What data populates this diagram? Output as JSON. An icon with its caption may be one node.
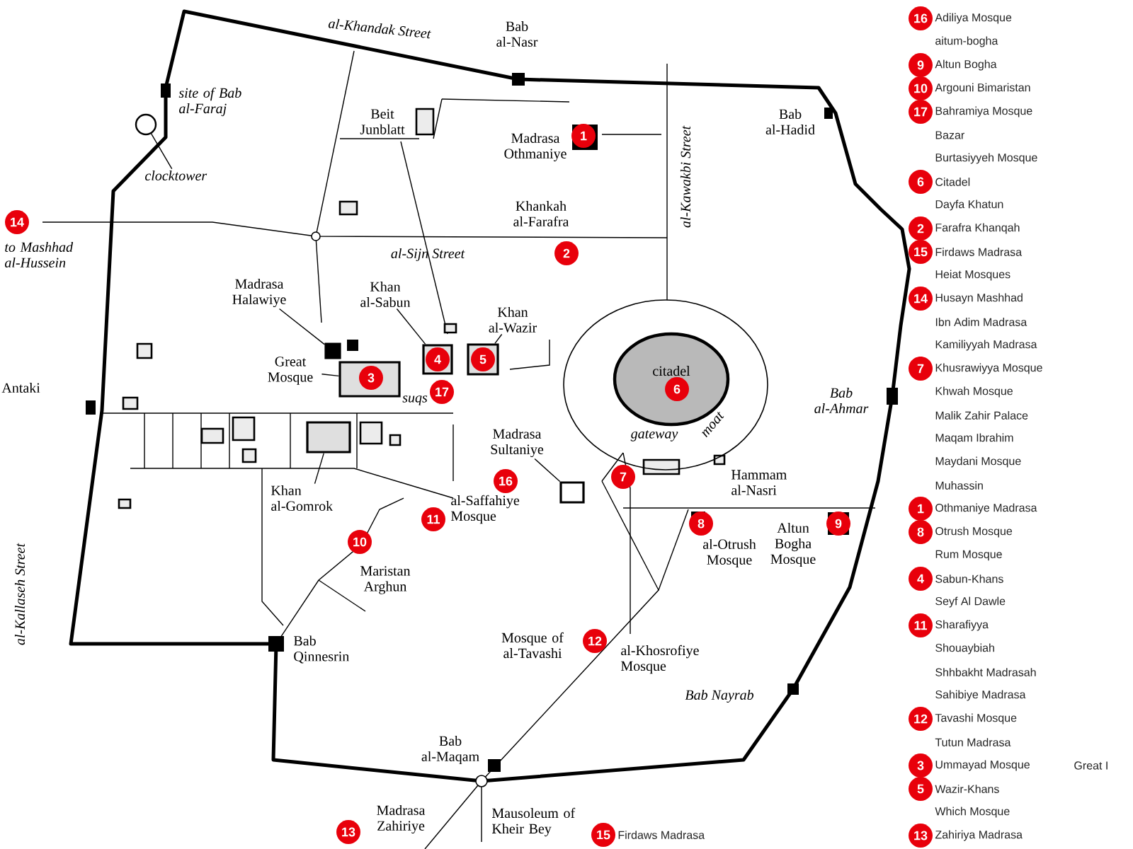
{
  "diagram": {
    "nodes": [
      {
        "text": [],
        "shape": "circle"
      },
      {
        "text": [
          "clocktower"
        ]
      },
      {
        "text": [
          "14"
        ]
      },
      {
        "text": [
          "1"
        ]
      },
      {
        "text": [
          "2"
        ]
      },
      {
        "text": [
          "Madrasa Halawiye"
        ]
      },
      {
        "text": [],
        "shape": "box"
      },
      {
        "text": [
          "Khan al-Sabun"
        ]
      },
      {
        "text": [],
        "shape": "box"
      },
      {
        "text": [
          "Khan al-Wazir"
        ]
      },
      {
        "text": [],
        "shape": "box"
      },
      {
        "text": [
          "5"
        ],
        "in": 10
      },
      {
        "text": [
          "4"
        ],
        "in": 8
      },
      {
        "text": [
          "Great Mosque"
        ]
      },
      {
        "text": [],
        "shape": "box"
      },
      {
        "text": [
          "3"
        ],
        "in": 14
      },
      {
        "text": [
          "17"
        ]
      },
      {
        "text": [
          "citadel"
        ]
      },
      {
        "text": [
          "6"
        ],
        "in": 17
      },
      {
        "text": [
          "Madrasa Sultaniye"
        ]
      },
      {
        "text": [],
        "shape": "box"
      },
      {
        "text": [
          "16"
        ]
      },
      {
        "text": [
          "7"
        ]
      },
      {
        "text": [
          "Khan al-Gomrok"
        ]
      },
      {
        "text": [],
        "shape": "box"
      },
      {
        "text": [
          "11"
        ]
      },
      {
        "text": [
          "8"
        ]
      },
      {
        "text": [
          "9"
        ]
      },
      {
        "text": [
          "10"
        ]
      },
      {
        "text": [
          "12"
        ]
      },
      {
        "text": [
          "13"
        ]
      },
      {
        "text": [
          "15"
        ],
        "beside": [
          "Firdaws Madrasa"
        ]
      },
      {
        "text": [
          "16"
        ],
        "beside": [
          "Adiliya Mosque"
        ]
      },
      {
        "text": [
          "9"
        ],
        "beside": [
          "Altun Bogha"
        ]
      },
      {
        "text": [
          "10"
        ],
        "beside": [
          "Argouni Bimaristan"
        ]
      },
      {
        "text": [
          "17"
        ],
        "beside": [
          "Bahramiya Mosque"
        ]
      },
      {
        "text": [
          "6"
        ],
        "beside": [
          "Citadel"
        ]
      },
      {
        "text": [
          "2"
        ],
        "beside": [
          "Farafra Khanqah"
        ]
      },
      {
        "text": [
          "15"
        ],
        "beside": [
          "Firdaws Madrasa"
        ]
      },
      {
        "text": [
          "14"
        ],
        "beside": [
          "Husayn Mashhad"
        ]
      },
      {
        "text": [
          "7"
        ],
        "beside": [
          "Khusrawiyya Mosque"
        ]
      },
      {
        "text": [
          "1"
        ],
        "beside": [
          "Othmaniye Madrasa"
        ]
      },
      {
        "text": [
          "8"
        ],
        "beside": [
          "Otrush Mosque"
        ]
      },
      {
        "text": [
          "4"
        ],
        "beside": [
          "Sabun-Khans"
        ]
      },
      {
        "text": [
          "11"
        ],
        "beside": [
          "Sharafiyya"
        ]
      },
      {
        "text": [
          "12"
        ],
        "beside": [
          "Tavashi Mosque"
        ]
      },
      {
        "text": [
          "3"
        ],
        "beside": [
          "Ummayad Mosque"
        ]
      },
      {
        "text": [
          "5"
        ],
        "beside": [
          "Wazir-Khans"
        ]
      },
      {
        "text": [
          "13"
        ],
        "beside": [
          "Zahiriya Madrasa"
        ]
      }
    ],
    "edges": [
      {
        "from": 1,
        "to": 0,
        "arrow": "none"
      },
      {
        "from": 5,
        "to": 6,
        "arrow": "none"
      },
      {
        "from": 7,
        "to": 8,
        "arrow": "none"
      },
      {
        "from": 9,
        "to": 10,
        "arrow": "none"
      },
      {
        "from": 13,
        "to": 14,
        "arrow": "none"
      },
      {
        "from": 19,
        "to": 20,
        "arrow": "none"
      },
      {
        "from": 23,
        "to": 24,
        "arrow": "none"
      }
    ],
    "labels": [
      "al-Khandak Street",
      "Bab al-Nasr",
      "site of Bab al-Faraj",
      "Beit Junblatt",
      "Madrasa Othmaniye",
      "Bab al-Hadid",
      "al-Kawakbi Street",
      "to Mashhad al-Hussein",
      "Khankah al-Farafra",
      "al-Sijn Street",
      "Antaki",
      "gateway",
      "Bab al-Ahmar",
      "suqs",
      "moat",
      "Hammam al-Nasri",
      "al-Saffahiye Mosque",
      "al-Otrush Mosque",
      "Altun Bogha Mosque",
      "Maristan Arghun",
      "al-Kallaseh Street",
      "Bab Qinnesrin",
      "Mosque of al-Tavashi",
      "al-Khosrofiye Mosque",
      "Bab Nayrab",
      "Bab al-Maqam",
      "Madrasa Zahiriye",
      "Mausoleum of Kheir Bey",
      "aitum-bogha",
      "Bazar",
      "Burtasiyyeh Mosque",
      "Dayfa Khatun",
      "Heiat Mosques",
      "Ibn Adim Madrasa",
      "Kamiliyyah Madrasa",
      "Khwah Mosque",
      "Malik Zahir Palace",
      "Maqam Ibrahim",
      "Maydani Mosque",
      "Muhassin",
      "Rum Mosque",
      "Seyf Al Dawle",
      "Shouaybiah",
      "Shhbakht Madrasah",
      "Sahibiye Madrasa",
      "Tutun Madrasa",
      "Great I",
      "Which Mosque"
    ]
  }
}
